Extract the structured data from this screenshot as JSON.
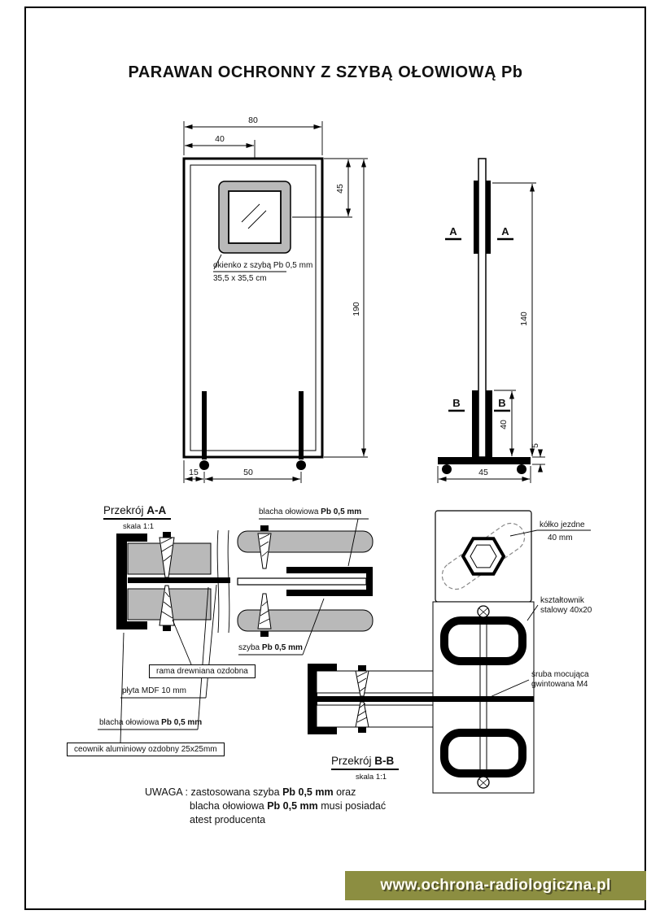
{
  "page": {
    "title": "PARAWAN OCHRONNY Z SZYBĄ OŁOWIOWĄ Pb"
  },
  "front_view": {
    "dims": {
      "total_width": "80",
      "window_center_offset": "40",
      "window_height": "45",
      "total_height": "190",
      "leg_inset": "15",
      "leg_spacing": "50"
    },
    "window_callout": {
      "line1": "okienko z szybą Pb 0,5 mm",
      "line2": "35,5 x 35,5 cm"
    }
  },
  "side_view": {
    "section_a_label": "A",
    "section_b_label": "B",
    "dims": {
      "pole_height": "140",
      "profile_height": "40",
      "base_thickness": "5",
      "base_width": "45"
    }
  },
  "section_aa": {
    "title_prefix": "Przekrój",
    "title_id": "A-A",
    "scale": "skala 1:1"
  },
  "section_bb": {
    "title_prefix": "Przekrój",
    "title_id": "B-B",
    "scale": "skala 1:1"
  },
  "callouts": {
    "blacha_top": {
      "normal": "blacha ołowiowa ",
      "bold": "Pb 0,5 mm"
    },
    "szyba": {
      "normal": "szyba ",
      "bold": "Pb 0,5 mm"
    },
    "rama": "rama drewniana ozdobna",
    "plyta": "płyta MDF 10 mm",
    "blacha_left": {
      "normal": "blacha ołowiowa ",
      "bold": "Pb 0,5 mm"
    },
    "ceownik": "ceownik aluminiowy ozdobny 25x25mm",
    "kolko": {
      "line1": "kółko jezdne",
      "line2": "40 mm"
    },
    "ksztaltownik": {
      "line1": "kształtownik",
      "line2": "stalowy 40x20"
    },
    "sruba": {
      "line1": "śruba mocująca",
      "line2": "gwintowana M4"
    }
  },
  "note": {
    "line1": {
      "normal": "UWAGA : zastosowana szyba ",
      "bold": "Pb 0,5 mm",
      "suffix": " oraz"
    },
    "line2": {
      "normal": "blacha ołowiowa ",
      "bold": "Pb 0,5 mm",
      "suffix": " musi posiadać"
    },
    "line3": "atest producenta"
  },
  "footer": {
    "url": "www.ochrona-radiologiczna.pl",
    "bg_color": "#8c8e41",
    "text_color": "#fffdf0"
  },
  "colors": {
    "line": "#000000",
    "wood_fill": "#b9b9b9",
    "paper": "#ffffff"
  }
}
